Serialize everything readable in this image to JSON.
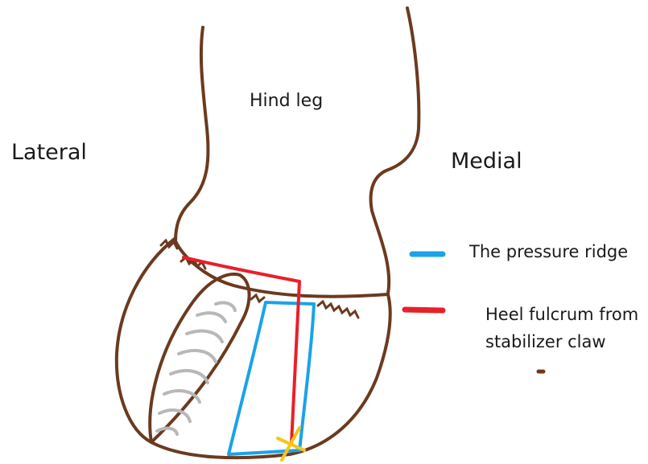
{
  "labels": {
    "hind_leg": "Hind leg",
    "lateral": "Lateral",
    "medial": "Medial"
  },
  "legend": [
    {
      "text": "The pressure ridge",
      "color": "#1aa3e8"
    },
    {
      "text": "Heel fulcrum from stabilizer claw",
      "color": "#e8202a"
    }
  ],
  "colors": {
    "outline": "#6b3a1f",
    "pressure_ridge": "#1aa3e8",
    "heel_fulcrum": "#e8202a",
    "fulcrum_point": "#f5c518",
    "sole_lines": "#b8b8b8"
  }
}
